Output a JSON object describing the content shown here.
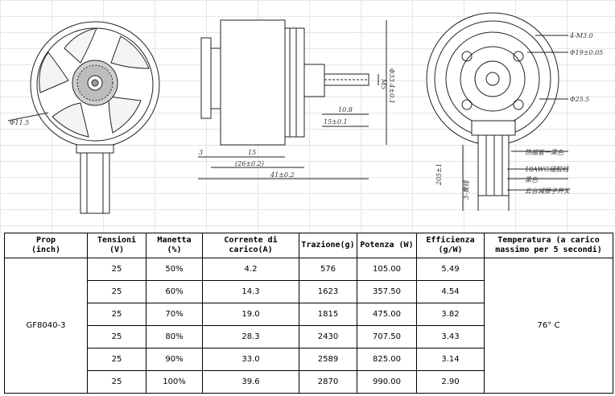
{
  "drawing": {
    "front_dims": {
      "d1": "Φ11.5"
    },
    "side_dims": {
      "d_shaft": "M5",
      "d_body": "Φ33.4±0.1",
      "l1": "10.8",
      "l2": "15±0.1",
      "l3": "3",
      "l4": "15",
      "l5": "(26±0.2)",
      "l6": "41±0.2"
    },
    "rear_dims": {
      "holes": "4-M3.0",
      "pcd": "Φ19±0.05",
      "outer": "Φ25.5",
      "wire_len": "205±1"
    },
    "wire_notes": [
      "热缩管一黑色",
      "18AWG硅胶线",
      "黑色",
      "云台减振子开叉"
    ],
    "wire_side_label": "3-黄线"
  },
  "table": {
    "headers": {
      "prop": [
        "Prop",
        "(inch)"
      ],
      "voltage": [
        "Tensioni",
        "(V)"
      ],
      "throttle": [
        "Manetta",
        "(%)"
      ],
      "current": [
        "Corrente di",
        "carico(A)"
      ],
      "thrust": [
        "Trazione(g)"
      ],
      "power": [
        "Potenza (W)"
      ],
      "efficiency": [
        "Efficienza",
        "(g/W)"
      ],
      "temperature": [
        "Temperatura (a carico",
        "massimo per 5 secondi)"
      ]
    },
    "prop_value": "GF8040-3",
    "temperature_value": "76° C",
    "rows": [
      {
        "voltage": "25",
        "throttle": "50%",
        "current": "4.2",
        "thrust": "576",
        "power": "105.00",
        "efficiency": "5.49"
      },
      {
        "voltage": "25",
        "throttle": "60%",
        "current": "14.3",
        "thrust": "1623",
        "power": "357.50",
        "efficiency": "4.54"
      },
      {
        "voltage": "25",
        "throttle": "70%",
        "current": "19.0",
        "thrust": "1815",
        "power": "475.00",
        "efficiency": "3.82"
      },
      {
        "voltage": "25",
        "throttle": "80%",
        "current": "28.3",
        "thrust": "2430",
        "power": "707.50",
        "efficiency": "3.43"
      },
      {
        "voltage": "25",
        "throttle": "90%",
        "current": "33.0",
        "thrust": "2589",
        "power": "825.00",
        "efficiency": "3.14"
      },
      {
        "voltage": "25",
        "throttle": "100%",
        "current": "39.6",
        "thrust": "2870",
        "power": "990.00",
        "efficiency": "2.90"
      }
    ]
  }
}
